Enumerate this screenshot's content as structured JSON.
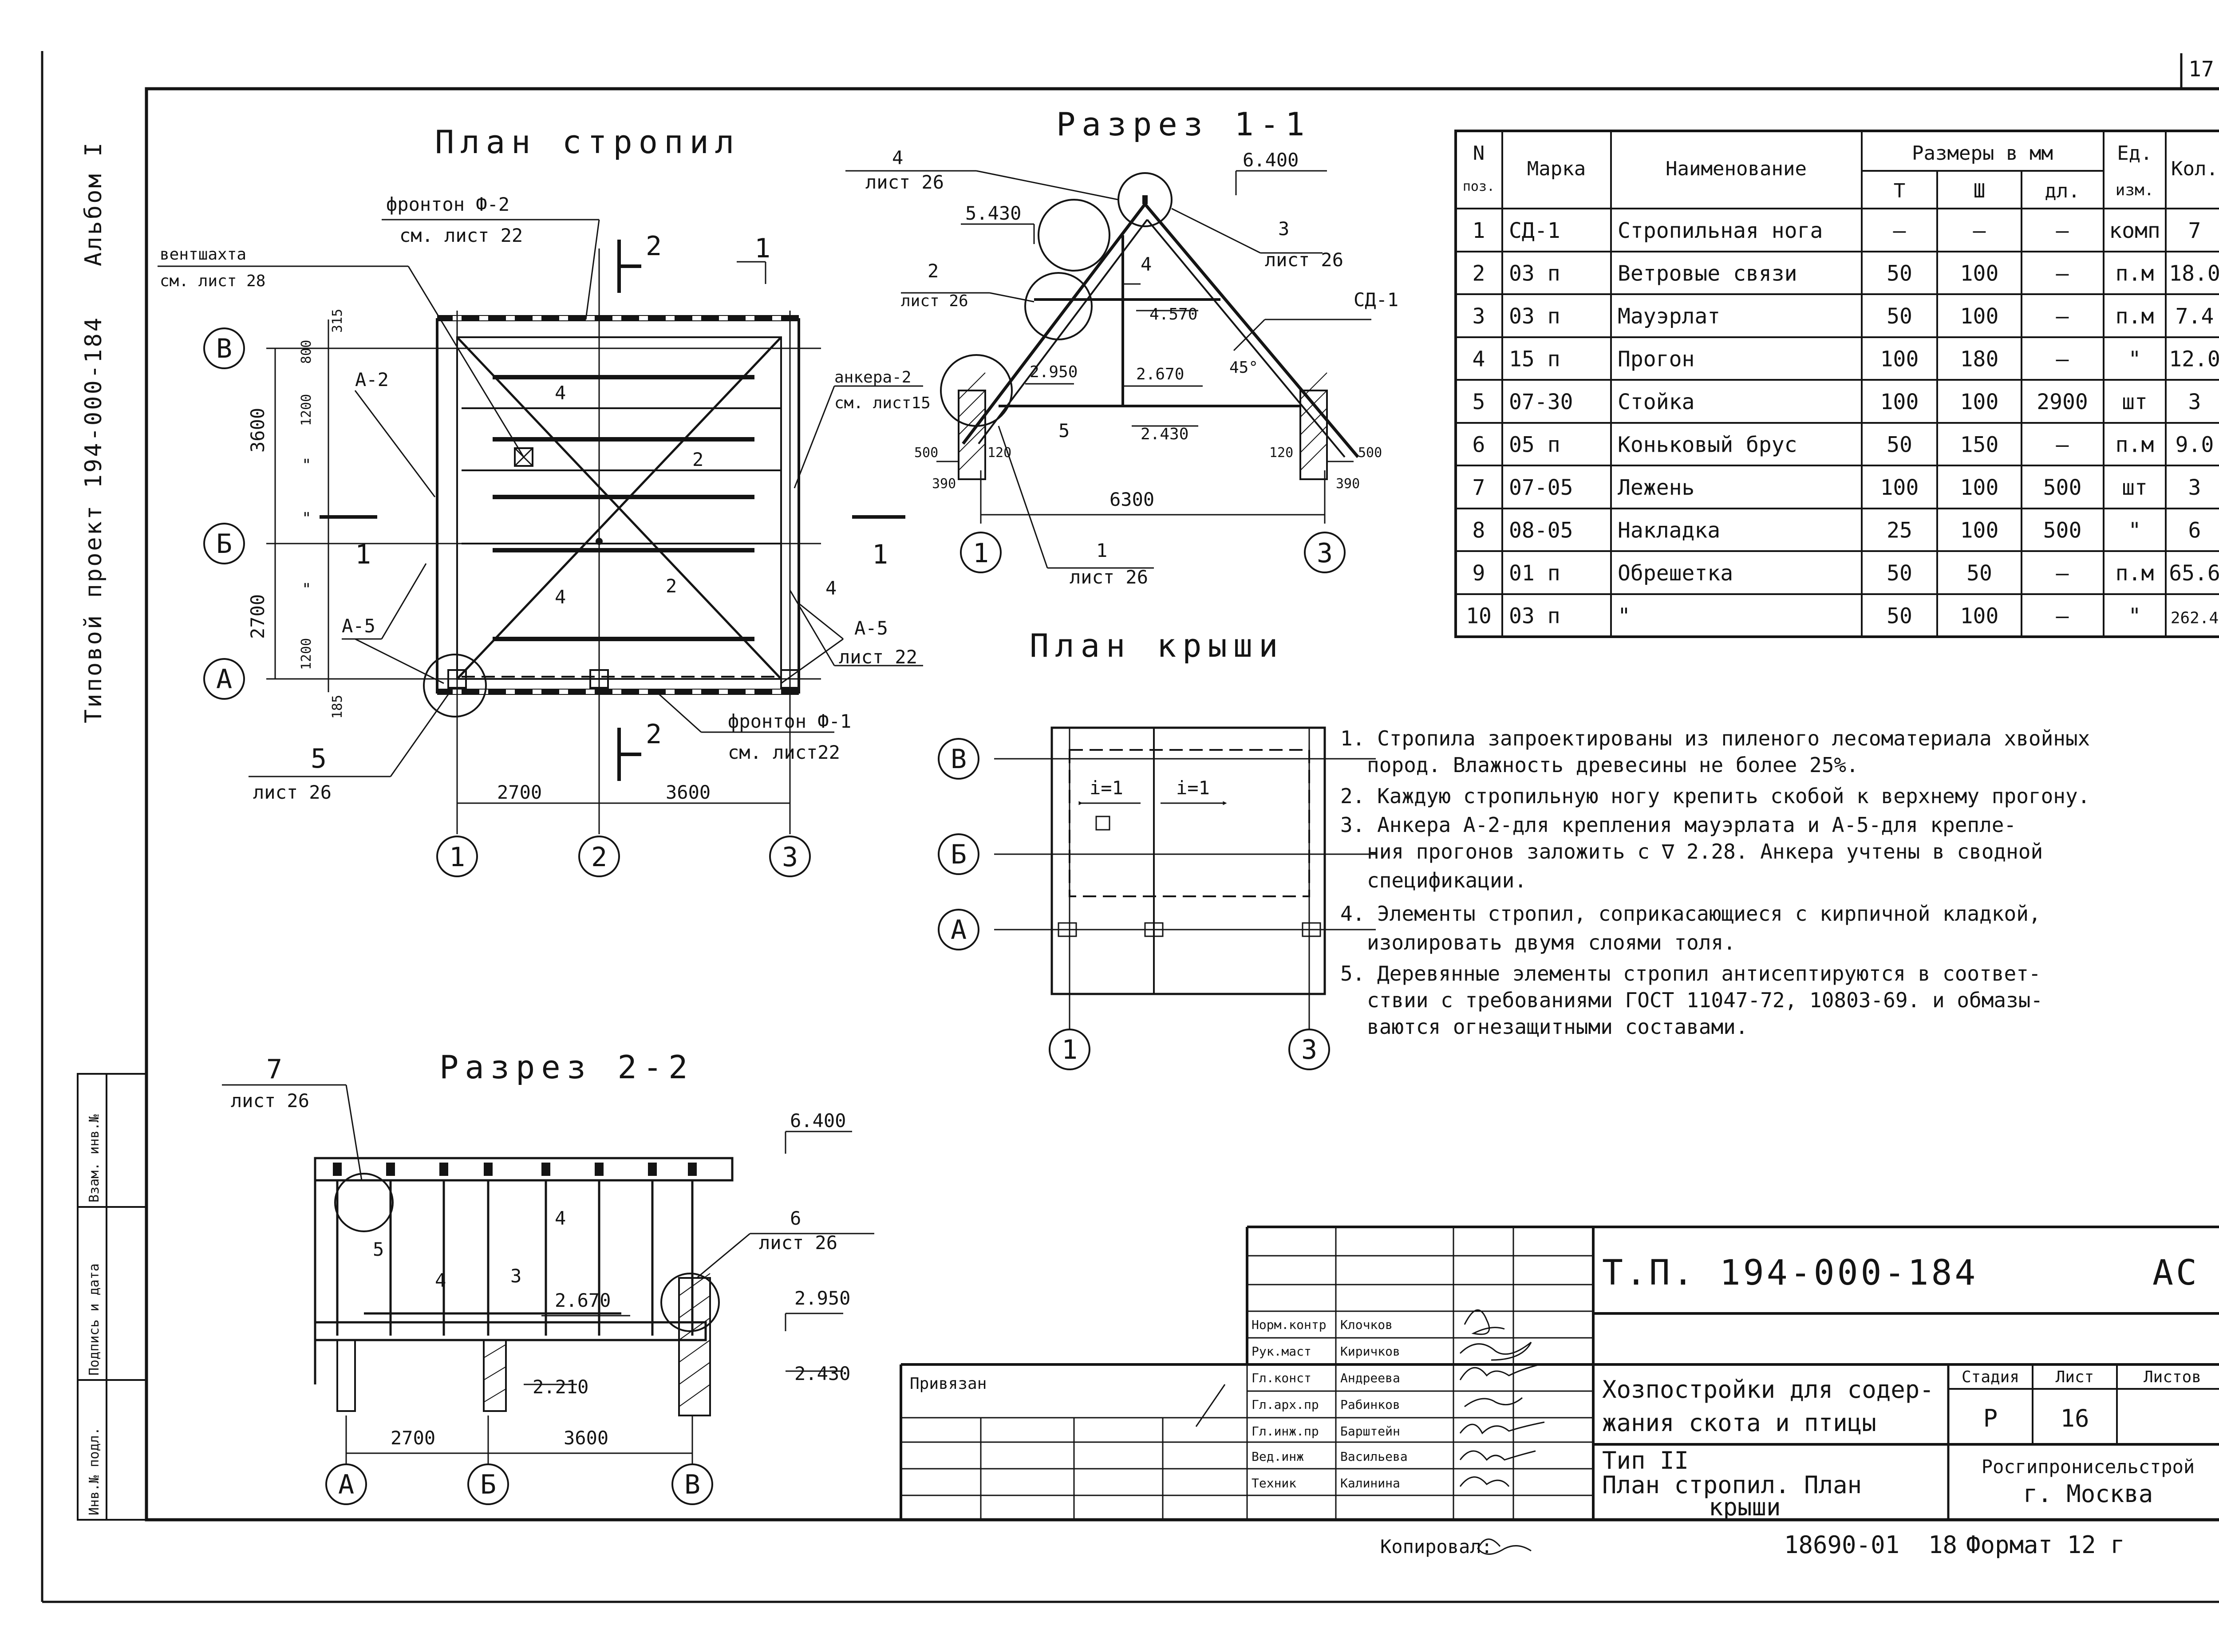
{
  "page_number": "17",
  "side": {
    "project": "Типовой проект 194-000-184",
    "album": "Альбом I"
  },
  "left_stamp": [
    "Инв.№ подл.",
    "Подпись и дата",
    "Взам. инв.№"
  ],
  "plan_rafters": {
    "title": "План стропил",
    "fronton_top": "фронтон Ф-2",
    "fronton_top_ref": "см. лист 22",
    "vent": "вентшахта",
    "vent_ref": "см. лист 28",
    "anchor_a2": "А-2",
    "anchor_ref": "анкера-2",
    "anchor_ref2": "см. лист15",
    "anchor_a5": "А-5",
    "anchor_a5_r": "А-5",
    "anchor_a5_ref": "лист 22",
    "fronton_bottom": "фронтон Ф-1",
    "fronton_bottom_ref": "см. лист22",
    "callout_5": "5",
    "callout_5_ref": "лист 26",
    "section_mark_2": "2",
    "section_mark_1": "1",
    "mark_1": "1",
    "mark_2": "2",
    "mark_4": "4",
    "dim_315": "315",
    "dim_800": "800",
    "dim_1200a": "1200",
    "dim_3600v": "3600",
    "dim_2700v": "2700",
    "dim_1200b": "1200",
    "dim_185": "185",
    "dim_ditto": "\"",
    "dim_2700": "2700",
    "dim_3600": "3600",
    "axes": [
      "1",
      "2",
      "3",
      "В",
      "Б",
      "А"
    ]
  },
  "section_11": {
    "title": "Разрез 1-1",
    "callout_4": "4",
    "callout_4_ref": "лист 26",
    "level_5430": "5.430",
    "level_6400": "6.400",
    "callout_2": "2",
    "callout_2_ref": "лист 26",
    "callout_3": "3",
    "callout_3_ref": "лист 26",
    "sd1": "СД-1",
    "level_4570": "4.570",
    "level_2950": "2.950",
    "level_2670": "2.670",
    "level_2430": "2.430",
    "angle": "45°",
    "mark_4": "4",
    "mark_5": "5",
    "dim_500l": "500",
    "dim_390l": "390",
    "dim_120l": "120",
    "dim_120r": "120",
    "dim_500r": "500",
    "dim_390r": "390",
    "dim_6300": "6300",
    "callout_1": "1",
    "callout_1_ref": "лист 26",
    "axes": [
      "1",
      "3"
    ]
  },
  "spec_table": {
    "head": {
      "n": "N",
      "poz": "поз.",
      "mark": "Марка",
      "name": "Наименование",
      "sizes": "Размеры в мм",
      "t": "Т",
      "sh": "Ш",
      "dl": "дл.",
      "unit": "Ед.",
      "unit2": "изм.",
      "qty": "Кол."
    },
    "rows": [
      {
        "n": "1",
        "mark": "СД-1",
        "name": "Стропильная нога",
        "t": "—",
        "sh": "—",
        "dl": "—",
        "unit": "комп",
        "qty": "7"
      },
      {
        "n": "2",
        "mark": "03 п",
        "name": "Ветровые связи",
        "t": "50",
        "sh": "100",
        "dl": "—",
        "unit": "п.м",
        "qty": "18.0"
      },
      {
        "n": "3",
        "mark": "03 п",
        "name": "Мауэрлат",
        "t": "50",
        "sh": "100",
        "dl": "—",
        "unit": "п.м",
        "qty": "7.4"
      },
      {
        "n": "4",
        "mark": "15 п",
        "name": "Прогон",
        "t": "100",
        "sh": "180",
        "dl": "—",
        "unit": "\"",
        "qty": "12.0"
      },
      {
        "n": "5",
        "mark": "07-30",
        "name": "Стойка",
        "t": "100",
        "sh": "100",
        "dl": "2900",
        "unit": "шт",
        "qty": "3"
      },
      {
        "n": "6",
        "mark": "05 п",
        "name": "Коньковый брус",
        "t": "50",
        "sh": "150",
        "dl": "—",
        "unit": "п.м",
        "qty": "9.0"
      },
      {
        "n": "7",
        "mark": "07-05",
        "name": "Лежень",
        "t": "100",
        "sh": "100",
        "dl": "500",
        "unit": "шт",
        "qty": "3"
      },
      {
        "n": "8",
        "mark": "08-05",
        "name": "Накладка",
        "t": "25",
        "sh": "100",
        "dl": "500",
        "unit": "\"",
        "qty": "6"
      },
      {
        "n": "9",
        "mark": "01 п",
        "name": "Обрешетка",
        "t": "50",
        "sh": "50",
        "dl": "—",
        "unit": "п.м",
        "qty": "65.6"
      },
      {
        "n": "10",
        "mark": "03 п",
        "name": "\"",
        "t": "50",
        "sh": "100",
        "dl": "—",
        "unit": "\"",
        "qty": "262.4"
      }
    ]
  },
  "plan_roof": {
    "title": "План крыши",
    "slope_l": "i=1",
    "slope_r": "i=1",
    "axes": [
      "В",
      "Б",
      "А",
      "1",
      "3"
    ]
  },
  "notes": [
    "1. Стропила запроектированы из пиленого лесоматериала хвойных",
    "пород. Влажность древесины не более 25%.",
    "2. Каждую стропильную ногу крепить скобой к верхнему прогону.",
    "3. Анкера А-2-для крепления мауэрлата и А-5-для крепле-",
    "ния прогонов заложить с ∇ 2.28. Анкера учтены в сводной",
    "спецификации.",
    "4. Элементы стропил, соприкасающиеся с кирпичной кладкой,",
    "изолировать двумя слоями толя.",
    "5. Деревянные элементы стропил антисептируются в соответ-",
    "ствии с требованиями ГОСТ 11047-72, 10803-69. и обмазы-",
    "ваются огнезащитными составами."
  ],
  "section_22": {
    "title": "Разрез 2-2",
    "callout_7": "7",
    "callout_7_ref": "лист 26",
    "level_6400": "6.400",
    "callout_6": "6",
    "callout_6_ref": "лист 26",
    "level_2950": "2.950",
    "level_2430": "2.430",
    "level_2670": "2.670",
    "level_2210": "2.210",
    "mark_4a": "4",
    "mark_4b": "4",
    "mark_5": "5",
    "mark_3": "3",
    "dim_2700": "2700",
    "dim_3600": "3600",
    "axes": [
      "А",
      "Б",
      "В"
    ]
  },
  "title_block": {
    "code": "Т.П. 194-000-184",
    "section": "АС",
    "bound": "Привязан",
    "roles": [
      {
        "role": "Норм.контр",
        "name": "Клочков"
      },
      {
        "role": "Рук.маст",
        "name": "Киричков"
      },
      {
        "role": "Гл.конст",
        "name": "Андреева"
      },
      {
        "role": "Гл.арх.пр",
        "name": "Рабинков"
      },
      {
        "role": "Гл.инж.пр",
        "name": "Барштейн"
      },
      {
        "role": "Вед.инж",
        "name": "Васильева"
      },
      {
        "role": "Техник",
        "name": "Калинина"
      }
    ],
    "object_1": "Хозпостройки для содер-",
    "object_2": "жания скота и птицы",
    "stage_h": "Стадия",
    "sheet_h": "Лист",
    "sheets_h": "Листов",
    "stage": "Р",
    "sheet": "16",
    "sheets": "",
    "type": "Тип II",
    "drawing_1": "План стропил. План",
    "drawing_2": "крыши",
    "org_1": "Росгипронисельстрой",
    "org_2": "г. Москва"
  },
  "footer": {
    "copied": "Копировал:",
    "order": "18690-01",
    "sheet_no": "18",
    "format": "Формат 12 г"
  }
}
